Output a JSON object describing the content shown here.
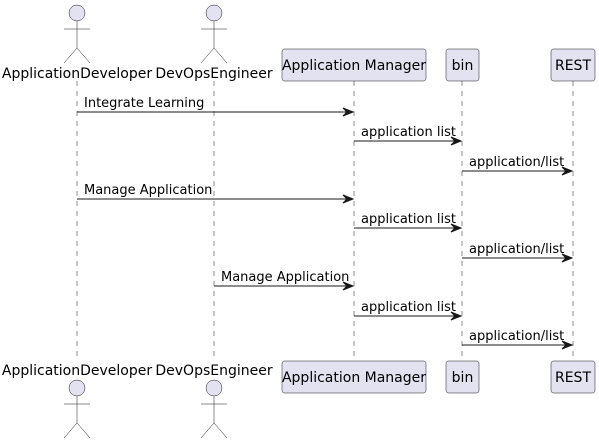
{
  "participants": [
    {
      "id": "dev",
      "kind": "actor",
      "label": "ApplicationDeveloper"
    },
    {
      "id": "ops",
      "kind": "actor",
      "label": "DevOpsEngineer"
    },
    {
      "id": "am",
      "kind": "box",
      "label": "Application Manager"
    },
    {
      "id": "bin",
      "kind": "box",
      "label": "bin"
    },
    {
      "id": "rest",
      "kind": "box",
      "label": "REST"
    }
  ],
  "messages": [
    {
      "from": "dev",
      "to": "am",
      "label": "Integrate Learning"
    },
    {
      "from": "am",
      "to": "bin",
      "label": "application list"
    },
    {
      "from": "bin",
      "to": "rest",
      "label": "application/list"
    },
    {
      "from": "dev",
      "to": "am",
      "label": "Manage Application"
    },
    {
      "from": "am",
      "to": "bin",
      "label": "application list"
    },
    {
      "from": "bin",
      "to": "rest",
      "label": "application/list"
    },
    {
      "from": "ops",
      "to": "am",
      "label": "Manage Application"
    },
    {
      "from": "am",
      "to": "bin",
      "label": "application list"
    },
    {
      "from": "bin",
      "to": "rest",
      "label": "application/list"
    }
  ],
  "colors": {
    "participant_fill": "#e2e2f0",
    "participant_stroke": "#181818",
    "lifeline": "#181818",
    "arrow": "#181818"
  }
}
